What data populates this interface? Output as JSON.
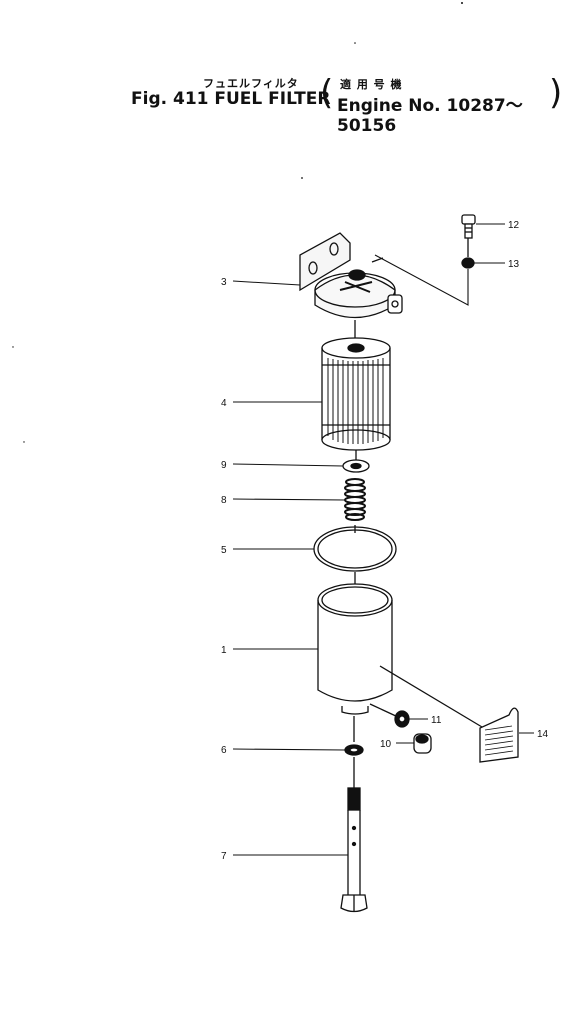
{
  "header": {
    "jp_title": "フュエルフィルタ",
    "fig_title": "Fig. 411  FUEL  FILTER",
    "jp_applicable": "適 用 号 機",
    "engine_range": "Engine No. 10287～50156"
  },
  "callouts": [
    {
      "id": "3",
      "part": "filter-head"
    },
    {
      "id": "4",
      "part": "filter-element"
    },
    {
      "id": "9",
      "part": "washer"
    },
    {
      "id": "8",
      "part": "spring"
    },
    {
      "id": "5",
      "part": "o-ring"
    },
    {
      "id": "1",
      "part": "filter-case"
    },
    {
      "id": "6",
      "part": "gasket"
    },
    {
      "id": "7",
      "part": "center-bolt"
    },
    {
      "id": "12",
      "part": "bolt"
    },
    {
      "id": "13",
      "part": "washer"
    },
    {
      "id": "11",
      "part": "gasket"
    },
    {
      "id": "10",
      "part": "drain-plug"
    },
    {
      "id": "14",
      "part": "label-plate"
    }
  ]
}
